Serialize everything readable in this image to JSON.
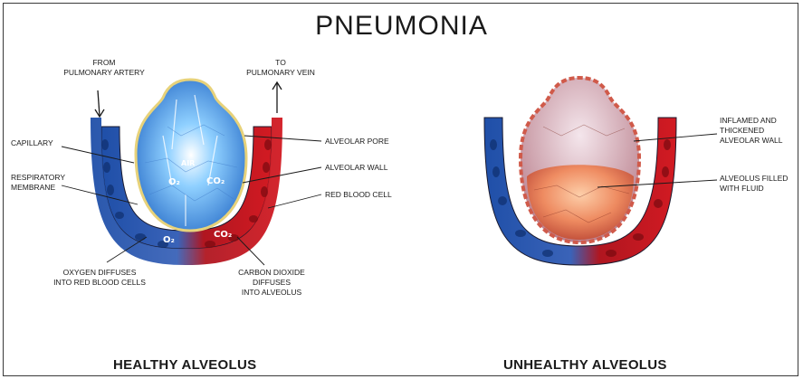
{
  "title": "PNEUMONIA",
  "healthy": {
    "caption": "HEALTHY ALVEOLUS",
    "labels": {
      "from": "FROM\nPULMONARY ARTERY",
      "to": "TO\nPULMONARY VEIN",
      "capillary": "CAPILLARY",
      "respiratory": "RESPIRATORY\nMEMBRANE",
      "pore": "ALVEOLAR PORE",
      "wall": "ALVEOLAR WALL",
      "rbc": "RED BLOOD CELL",
      "oxygen": "OXYGEN DIFFUSES\nINTO RED BLOOD CELLS",
      "co2": "CARBON DIOXIDE\nDIFFUSES\nINTO ALVEOLUS"
    },
    "overlay": {
      "air": "AIR",
      "o2_inner": "O₂",
      "co2_inner": "CO₂",
      "o2_outer": "O₂",
      "co2_outer": "CO₂"
    }
  },
  "unhealthy": {
    "caption": "UNHEALTHY ALVEOLUS",
    "labels": {
      "inflamed": "INFLAMED AND\nTHICKENED\nALVEOLAR WALL",
      "fluid": "ALVEOLUS FILLED\nWITH FLUID"
    }
  },
  "colors": {
    "artery": "#2f5fb0",
    "vein": "#c4121b",
    "alveolus_healthy": "#4aa3f0",
    "fluid": "#f08a5d"
  }
}
